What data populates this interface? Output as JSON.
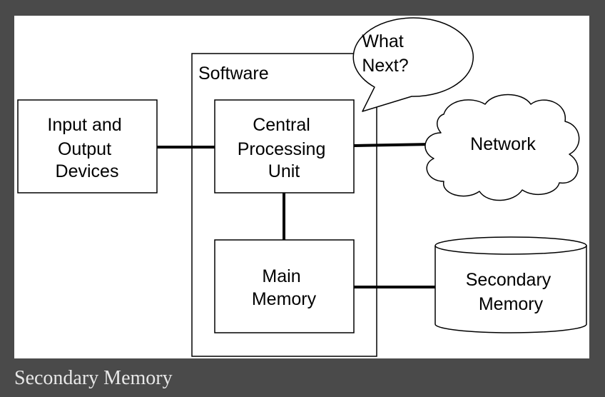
{
  "diagram": {
    "io_box_lines": [
      "Input and",
      "Output",
      "Devices"
    ],
    "software_label": "Software",
    "cpu_lines": [
      "Central",
      "Processing",
      "Unit"
    ],
    "memory_lines": [
      "Main",
      "Memory"
    ],
    "speech_bubble_lines": [
      "What",
      "Next?"
    ],
    "network_label": "Network",
    "secondary_memory_lines": [
      "Secondary",
      "Memory"
    ]
  },
  "caption": "Secondary Memory"
}
